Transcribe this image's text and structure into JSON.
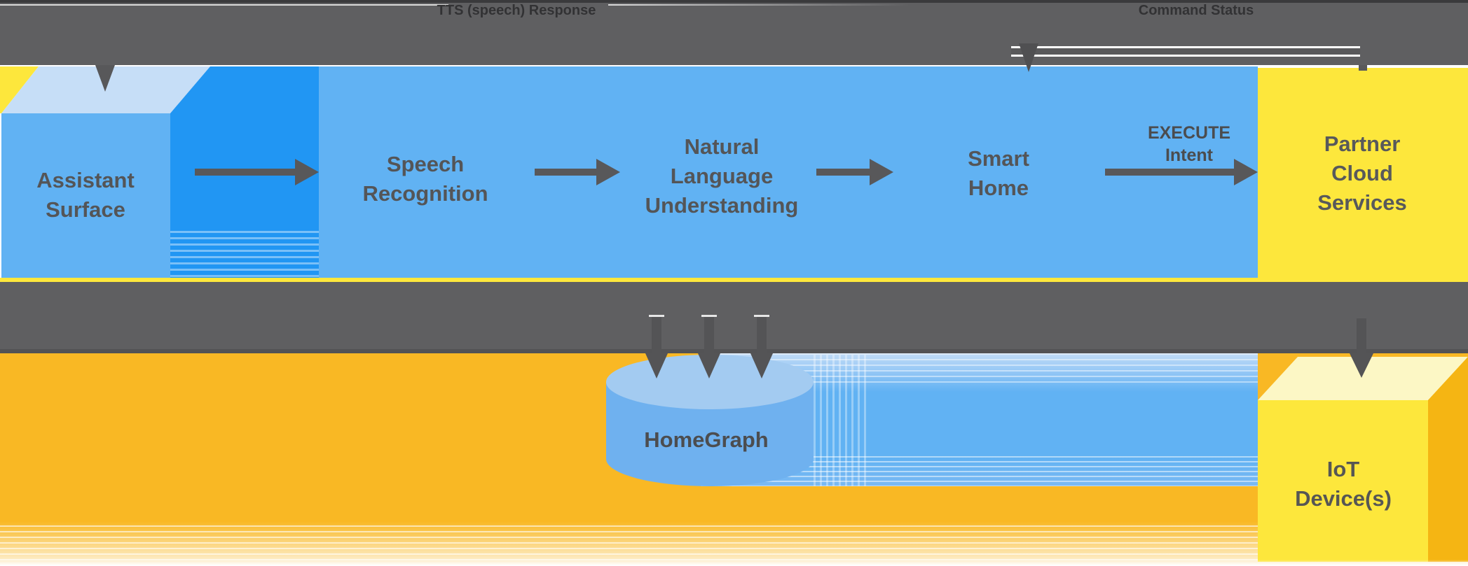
{
  "diagram": {
    "return_arrows": {
      "tts_response": "TTS (speech) Response",
      "command_status": "Command Status"
    },
    "nodes": {
      "assistant_surface": {
        "lines": [
          "Assistant",
          "Surface"
        ]
      },
      "speech_recognition": {
        "lines": [
          "Speech",
          "Recognition"
        ]
      },
      "natural_language_understanding": {
        "lines": [
          "Natural",
          "Language",
          "Understanding"
        ]
      },
      "smart_home": {
        "lines": [
          "Smart",
          "Home"
        ]
      },
      "partner_cloud_services": {
        "lines": [
          "Partner",
          "Cloud",
          "Services"
        ]
      },
      "homegraph": {
        "label": "HomeGraph"
      },
      "iot_device": {
        "lines": [
          "IoT",
          "Device(s)"
        ]
      }
    },
    "edge_labels": {
      "execute_intent": {
        "lines": [
          "EXECUTE",
          "Intent"
        ]
      }
    },
    "colors": {
      "band_gray": "#5f5f61",
      "band_dark": "#3a3a3c",
      "band_bottom": "#535355",
      "blue": "#61b2f3",
      "blue_bright": "#2196f3",
      "cube_top": "#c6def7",
      "yellow": "#fde73c",
      "amber": "#f9b824",
      "iot_top": "#fcf7c5",
      "iot_side": "#f5b513",
      "cyl_top": "#a3cbf1",
      "cyl_body": "#6fb1ef",
      "arrow": "#58585a",
      "arrow_dark": "#505052",
      "text_dark": "#545557",
      "band_text": "#323234",
      "execute_text": "#4b4c4e",
      "white_line": "#fafafa"
    }
  }
}
